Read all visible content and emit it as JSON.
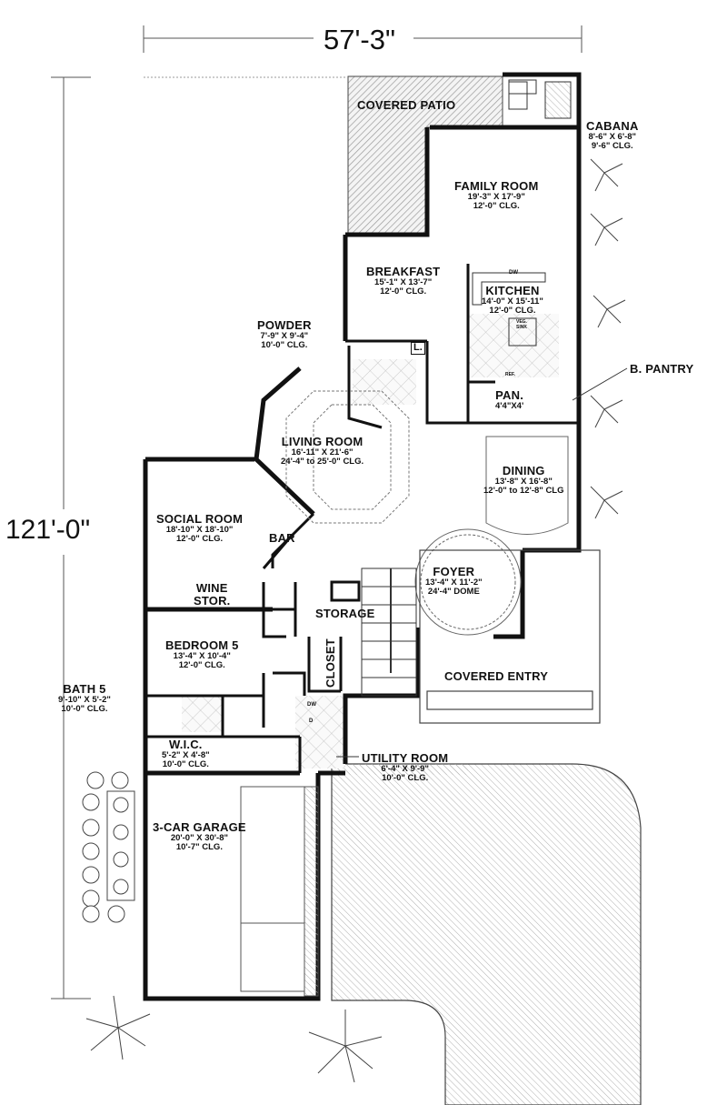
{
  "dimensions": {
    "width_total": "57'-3\"",
    "length_total": "121'-0\""
  },
  "rooms": {
    "covered_patio": {
      "name": "COVERED PATIO"
    },
    "cabana": {
      "name": "CABANA",
      "size": "8'-6\" X 6'-8\"",
      "ceiling": "9'-6\" CLG."
    },
    "family_room": {
      "name": "FAMILY ROOM",
      "size": "19'-3\" X 17'-9\"",
      "ceiling": "12'-0\" CLG."
    },
    "breakfast": {
      "name": "BREAKFAST",
      "size": "15'-1\" X 13'-7\"",
      "ceiling": "12'-0\" CLG."
    },
    "kitchen": {
      "name": "KITCHEN",
      "size": "14'-0\" X 15'-11\"",
      "ceiling": "12'-0\" CLG."
    },
    "powder": {
      "name": "POWDER",
      "size": "7'-9\" X 9'-4\"",
      "ceiling": "10'-0\" CLG."
    },
    "b_pantry": {
      "name": "B. PANTRY"
    },
    "pantry": {
      "name": "PAN.",
      "size": "4'4\"X4'"
    },
    "living_room": {
      "name": "LIVING ROOM",
      "size": "16'-11\" X 21'-6\"",
      "ceiling": "24'-4\" to 25'-0\" CLG."
    },
    "dining": {
      "name": "DINING",
      "size": "13'-8\" X 16'-8\"",
      "ceiling": "12'-0\" to 12'-8\" CLG"
    },
    "social_room": {
      "name": "SOCIAL ROOM",
      "size": "18'-10\" X 18'-10\"",
      "ceiling": "12'-0\" CLG."
    },
    "bar": {
      "name": "BAR"
    },
    "wine_storage": {
      "name_line1": "WINE",
      "name_line2": "STOR."
    },
    "foyer": {
      "name": "FOYER",
      "size": "13'-4\" X 11'-2\"",
      "ceiling": "24'-4\" DOME"
    },
    "storage": {
      "name": "STORAGE"
    },
    "closet": {
      "name": "CLOSET"
    },
    "bedroom_5": {
      "name": "BEDROOM 5",
      "size": "13'-4\" X 10'-4\"",
      "ceiling": "12'-0\" CLG."
    },
    "covered_entry": {
      "name": "COVERED ENTRY"
    },
    "bath_5": {
      "name": "BATH 5",
      "size": "9'-10\" X 5'-2\"",
      "ceiling": "10'-0\" CLG."
    },
    "wic": {
      "name": "W.I.C.",
      "size": "5'-2\" X 4'-8\"",
      "ceiling": "10'-0\" CLG."
    },
    "utility_room": {
      "name": "UTILITY ROOM",
      "size": "6'-4\" X 9'-9\"",
      "ceiling": "10'-0\" CLG."
    },
    "garage": {
      "name": "3-CAR GARAGE",
      "size": "20'-0\" X 30'-8\"",
      "ceiling": "10'-7\" CLG."
    }
  },
  "fixtures": {
    "laundry": "L.",
    "dishwasher": "DW",
    "veg_sink_1": "VEG.",
    "veg_sink_2": "SINK",
    "refrigerator": "REF.",
    "dw_utility": "DW",
    "d_utility": "D"
  },
  "colors": {
    "wall": "#111111",
    "hatch": "#8a8a8a",
    "line": "#555555"
  }
}
